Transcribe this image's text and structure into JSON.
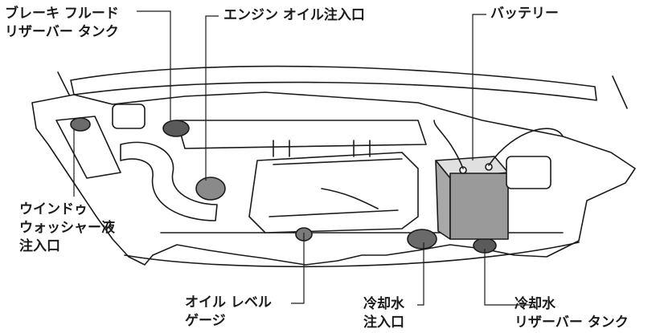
{
  "labels": {
    "brake_fluid": [
      "ブレーキ フルード",
      "リザーバー タンク"
    ],
    "engine_oil_filler": "エンジン オイル注入口",
    "battery": "バッテリー",
    "washer_fluid": [
      "ウインドゥ",
      "ウォッシャー液",
      "注入口"
    ],
    "oil_level_gauge": [
      "オイル レベル",
      "ゲージ"
    ],
    "coolant_filler": [
      "冷却水",
      "注入口"
    ],
    "coolant_reservoir": [
      "冷却水",
      "リザーバー タンク"
    ]
  }
}
